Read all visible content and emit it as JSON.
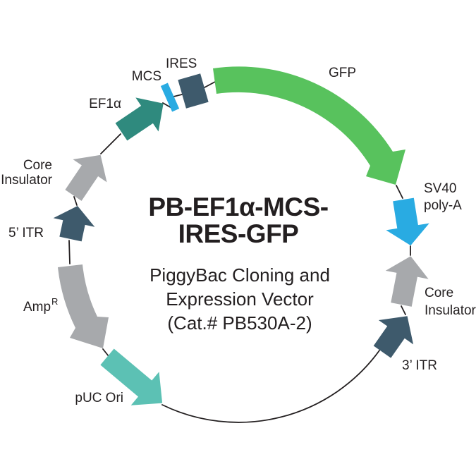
{
  "diagram": {
    "kind": "circular plasmid map",
    "title": {
      "line1": "PB-EF1α-MCS-",
      "line2": "IRES-GFP"
    },
    "subtitle": {
      "line1": "PiggyBac Cloning and",
      "line2": "Expression Vector",
      "line3": "(Cat.# PB530A-2)"
    }
  },
  "labels": {
    "ef1a": "EF1α",
    "mcs": "MCS",
    "ires": "IRES",
    "gfp": "GFP",
    "sv40_line1": "SV40",
    "sv40_line2": "poly-A",
    "core_ins_right_line1": "Core",
    "core_ins_right_line2": "Insulator",
    "itr3": "3’ ITR",
    "puc": "pUC Ori",
    "amp_base": "Amp",
    "amp_sup": "R",
    "itr5": "5’ ITR",
    "core_ins_left_line1": "Core",
    "core_ins_left_line2": "Insulator"
  },
  "colors": {
    "teal": "#2F8A7E",
    "light_teal": "#5CC1B4",
    "gray": "#A7A9AC",
    "slate": "#3E5A6C",
    "cyan": "#29ABE2",
    "green": "#58C25D",
    "line": "#231F20",
    "text": "#231F20"
  }
}
